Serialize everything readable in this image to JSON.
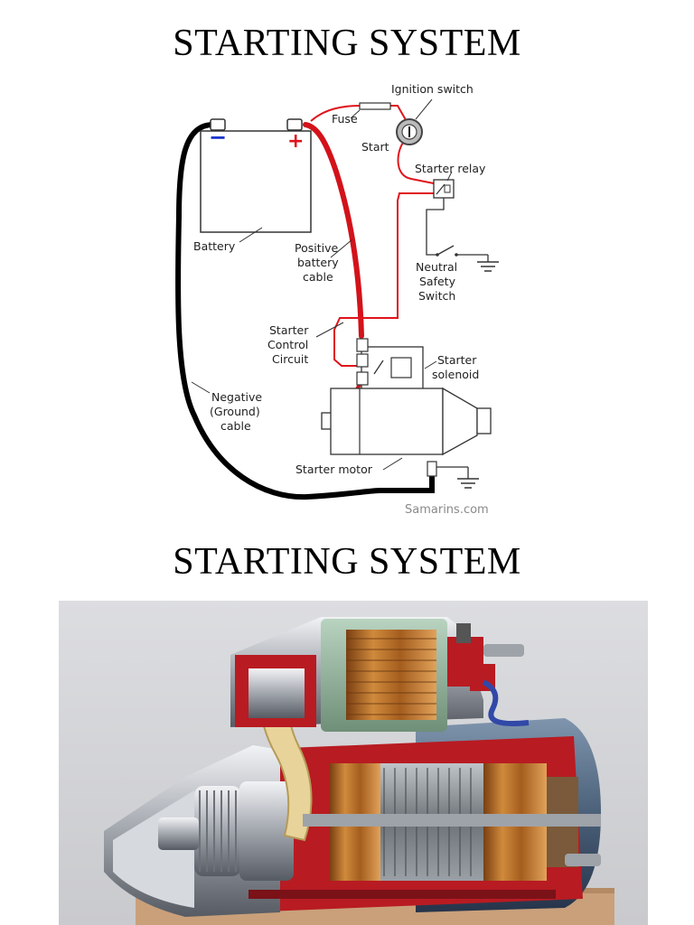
{
  "slides": [
    {
      "title": "STARTING SYSTEM"
    },
    {
      "title": "STARTING SYSTEM"
    }
  ],
  "diagram": {
    "labels": {
      "ignition_switch": "Ignition switch",
      "fuse": "Fuse",
      "start": "Start",
      "starter_relay": "Starter relay",
      "battery": "Battery",
      "positive_cable": [
        "Positive",
        "battery",
        "cable"
      ],
      "neutral_safety_switch": [
        "Neutral",
        "Safety",
        "Switch"
      ],
      "starter_control_circuit": [
        "Starter",
        "Control",
        "Circuit"
      ],
      "starter_solenoid": [
        "Starter",
        "solenoid"
      ],
      "negative_cable": [
        "Negative",
        "(Ground)",
        "cable"
      ],
      "starter_motor": "Starter motor",
      "credit": "Samarins.com"
    },
    "terminals": {
      "negative": "−",
      "positive": "+"
    },
    "colors": {
      "positive_wire": "#e0141c",
      "ground_wire": "#000000",
      "negative_sign": "#1a33cc",
      "outline": "#333333"
    }
  }
}
